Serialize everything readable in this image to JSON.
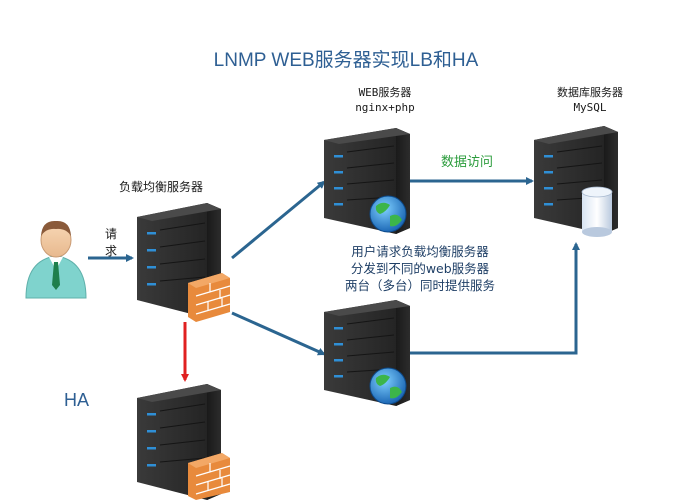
{
  "title": "LNMP WEB服务器实现LB和HA",
  "load_balancer": {
    "label": "负载均衡服务器"
  },
  "request_label": "请求",
  "web_server": {
    "label_line1": "WEB服务器",
    "label_line2": "nginx+php"
  },
  "db_server": {
    "label_line1": "数据库服务器",
    "label_line2": "MySQL"
  },
  "data_access_label": "数据访问",
  "description": {
    "line1": "用户请求负载均衡服务器",
    "line2": "分发到不同的web服务器",
    "line3": "两台（多台）同时提供服务"
  },
  "ha_label": "HA",
  "colors": {
    "arrow": "#2b6590",
    "ha_arrow": "#e02020",
    "title": "#2e5f93",
    "data_access": "#2b9c3c",
    "server_body": "#2d2d2d",
    "server_led": "#2f8fd6"
  }
}
